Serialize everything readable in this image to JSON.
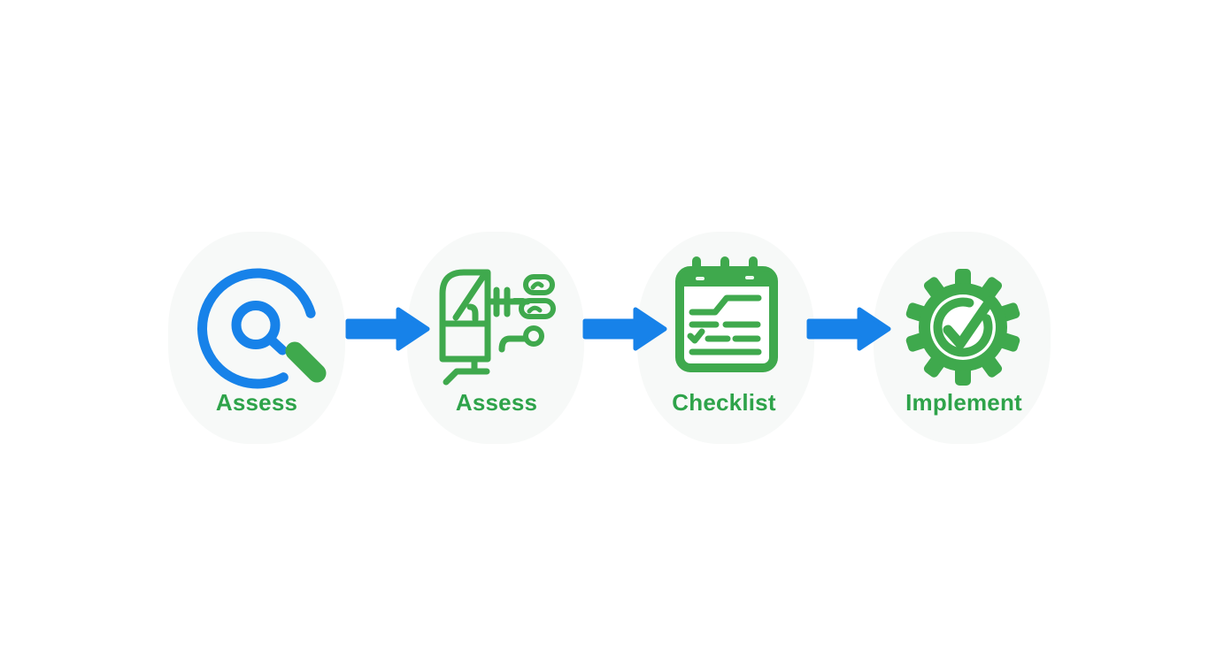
{
  "diagram": {
    "type": "process-flow",
    "background": "#ffffff",
    "steps": [
      {
        "label": "Assess",
        "icon": "search-magnifier-icon"
      },
      {
        "label": "Assess",
        "icon": "equalizer-device-icon"
      },
      {
        "label": "Checklist",
        "icon": "checklist-clipboard-icon"
      },
      {
        "label": "Implement",
        "icon": "gear-check-icon"
      }
    ],
    "connectors": {
      "icon": "arrow-right-icon",
      "count": 3,
      "direction": "right"
    },
    "colors": {
      "arrow_blue": "#1782e9",
      "magnifier_blue": "#1782e9",
      "icon_green": "#3fa94d",
      "label_green": "#2ea34a",
      "halo_gray": "#f7f9f8"
    }
  }
}
